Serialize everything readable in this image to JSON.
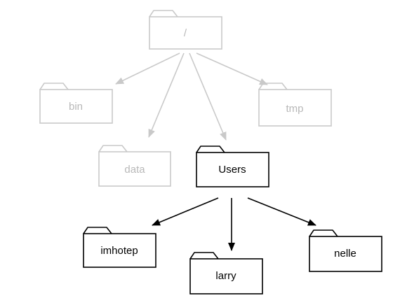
{
  "diagram": {
    "root": "/",
    "bin": "bin",
    "tmp": "tmp",
    "data": "data",
    "users": "Users",
    "imhotep": "imhotep",
    "larry": "larry",
    "nelle": "nelle"
  },
  "colors": {
    "faded": "#c9c9c9",
    "faded_text": "#b8b8b8",
    "active": "#000000"
  }
}
